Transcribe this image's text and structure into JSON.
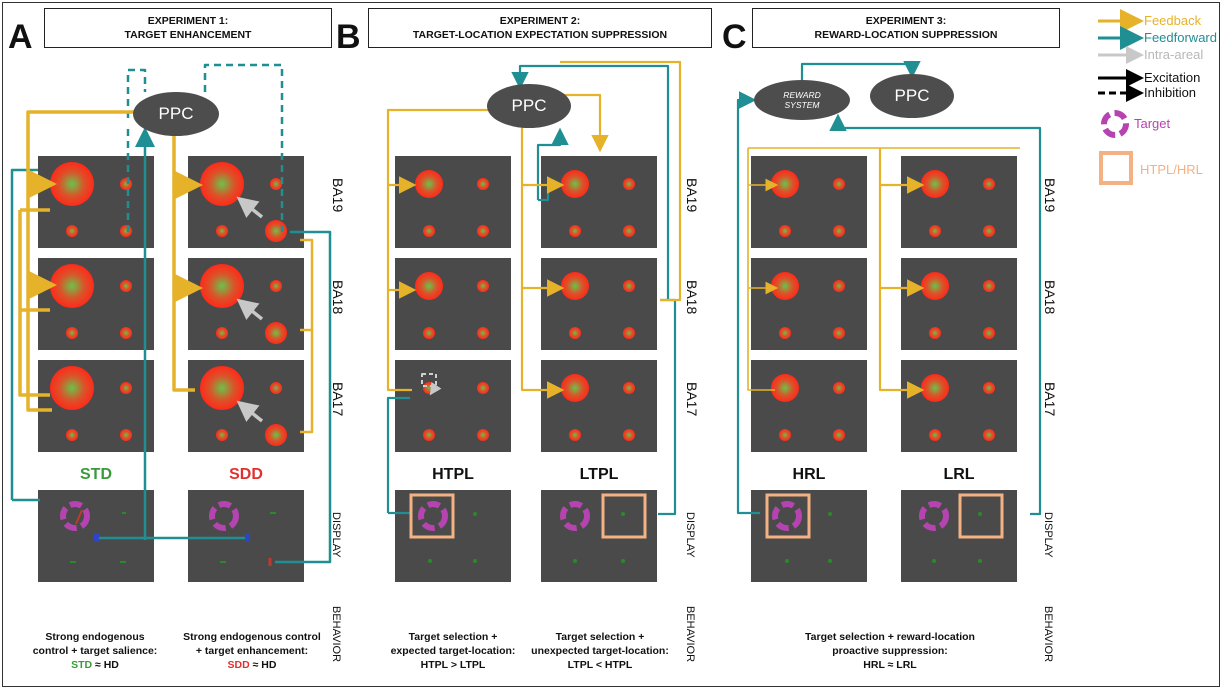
{
  "panels": {
    "a": {
      "letter": "A",
      "title_line1": "EXPERIMENT 1:",
      "title_line2": "TARGET ENHANCEMENT",
      "cond_left": "STD",
      "cond_right": "SDD",
      "beh_left": [
        "Strong endogenous",
        "control + target salience:",
        "STD ≈ HD"
      ],
      "beh_right": [
        "Strong endogenous control",
        "+ target enhancement:",
        "SDD ≈ HD"
      ]
    },
    "b": {
      "letter": "B",
      "title_line1": "EXPERIMENT 2:",
      "title_line2": "TARGET-LOCATION EXPECTATION SUPPRESSION",
      "cond_left": "HTPL",
      "cond_right": "LTPL",
      "beh_left": [
        "Target selection +",
        "expected target-location:",
        "HTPL > LTPL"
      ],
      "beh_right": [
        "Target selection +",
        "unexpected target-location:",
        "LTPL < HTPL"
      ]
    },
    "c": {
      "letter": "C",
      "title_line1": "EXPERIMENT 3:",
      "title_line2": "REWARD-LOCATION SUPPRESSION",
      "cond_left": "HRL",
      "cond_right": "LRL",
      "beh": [
        "Target selection + reward-location",
        "proactive suppression:",
        "HRL ≈ LRL"
      ]
    }
  },
  "nodes": {
    "ppc": "PPC",
    "reward_line1": "REWARD",
    "reward_line2": "SYSTEM"
  },
  "row_labels": [
    "BA19",
    "BA18",
    "BA17",
    "DISPLAY",
    "BEHAVIOR"
  ],
  "legend": {
    "feedback": "Feedback",
    "feedforward": "Feedforward",
    "intra": "Intra-areal",
    "excitation": "Excitation",
    "inhibition": "Inhibition",
    "target": "Target",
    "htpl": "HTPL/HRL"
  },
  "colors": {
    "feedback": "#e5b22a",
    "feedforward": "#1f8f94",
    "intra": "#b8b8b8",
    "target": "#b544b0",
    "htpl": "#f4b183",
    "grid_bg": "#4a4a4a",
    "std_green": "#3a9a3a",
    "sdd_red": "#e03030"
  }
}
